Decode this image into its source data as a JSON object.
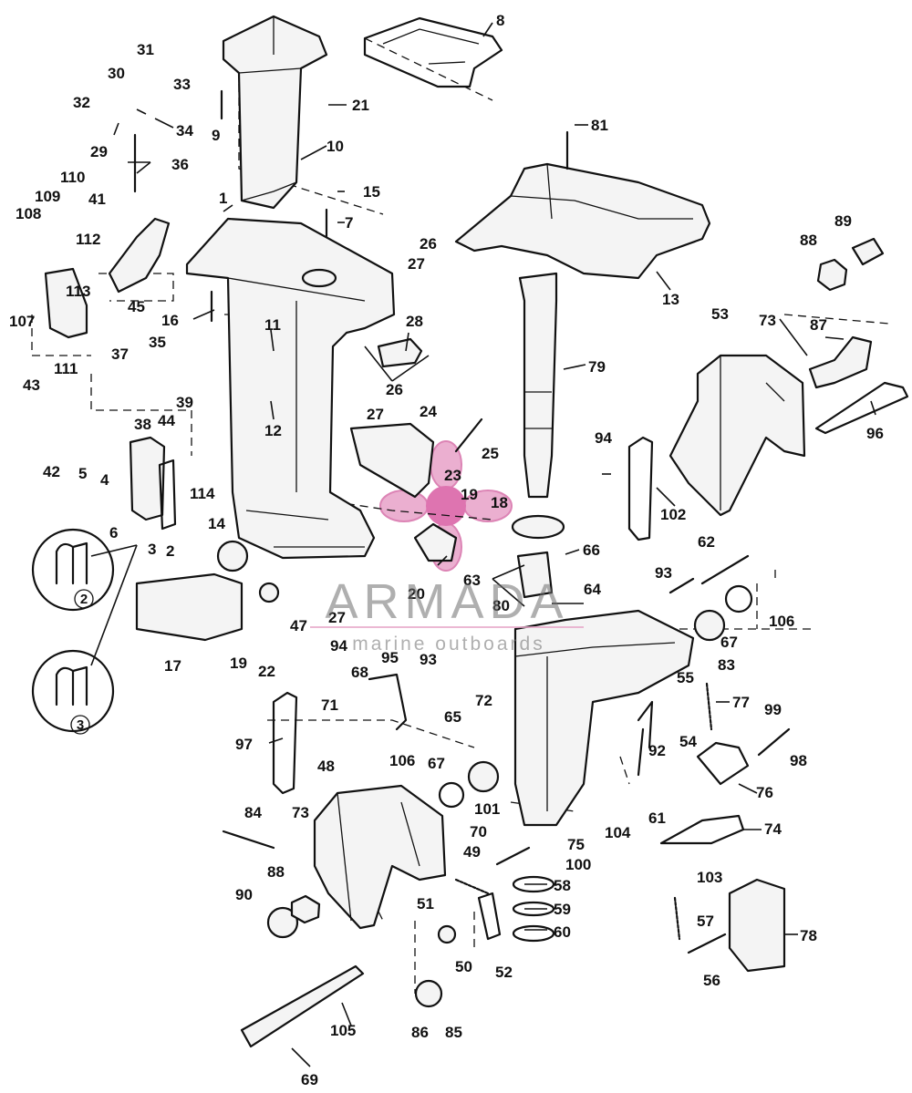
{
  "watermark": {
    "brand": "ARMADA",
    "tagline": "marine outboards",
    "accent_color": "#e37ab4"
  },
  "callouts": [
    {
      "id": "1",
      "label": "1"
    },
    {
      "id": "2",
      "label": "2"
    },
    {
      "id": "3",
      "label": "3"
    },
    {
      "id": "4",
      "label": "4"
    },
    {
      "id": "5",
      "label": "5"
    },
    {
      "id": "6",
      "label": "6"
    },
    {
      "id": "7",
      "label": "7"
    },
    {
      "id": "8",
      "label": "8"
    },
    {
      "id": "9",
      "label": "9"
    },
    {
      "id": "10",
      "label": "10"
    },
    {
      "id": "11",
      "label": "11"
    },
    {
      "id": "12",
      "label": "12"
    },
    {
      "id": "13",
      "label": "13"
    },
    {
      "id": "14",
      "label": "14"
    },
    {
      "id": "15",
      "label": "15"
    },
    {
      "id": "16",
      "label": "16"
    },
    {
      "id": "17",
      "label": "17"
    },
    {
      "id": "18",
      "label": "18"
    },
    {
      "id": "19a",
      "label": "19"
    },
    {
      "id": "19b",
      "label": "19"
    },
    {
      "id": "20",
      "label": "20"
    },
    {
      "id": "21",
      "label": "21"
    },
    {
      "id": "22",
      "label": "22"
    },
    {
      "id": "23",
      "label": "23"
    },
    {
      "id": "24",
      "label": "24"
    },
    {
      "id": "25",
      "label": "25"
    },
    {
      "id": "26a",
      "label": "26"
    },
    {
      "id": "26b",
      "label": "26"
    },
    {
      "id": "27a",
      "label": "27"
    },
    {
      "id": "27b",
      "label": "27"
    },
    {
      "id": "27c",
      "label": "27"
    },
    {
      "id": "28",
      "label": "28"
    },
    {
      "id": "29",
      "label": "29"
    },
    {
      "id": "30",
      "label": "30"
    },
    {
      "id": "31",
      "label": "31"
    },
    {
      "id": "32",
      "label": "32"
    },
    {
      "id": "33",
      "label": "33"
    },
    {
      "id": "34",
      "label": "34"
    },
    {
      "id": "35",
      "label": "35"
    },
    {
      "id": "36",
      "label": "36"
    },
    {
      "id": "37",
      "label": "37"
    },
    {
      "id": "38",
      "label": "38"
    },
    {
      "id": "39",
      "label": "39"
    },
    {
      "id": "41",
      "label": "41"
    },
    {
      "id": "42",
      "label": "42"
    },
    {
      "id": "43",
      "label": "43"
    },
    {
      "id": "44",
      "label": "44"
    },
    {
      "id": "45",
      "label": "45"
    },
    {
      "id": "47",
      "label": "47"
    },
    {
      "id": "48",
      "label": "48"
    },
    {
      "id": "49",
      "label": "49"
    },
    {
      "id": "50",
      "label": "50"
    },
    {
      "id": "51",
      "label": "51"
    },
    {
      "id": "52",
      "label": "52"
    },
    {
      "id": "53",
      "label": "53"
    },
    {
      "id": "54",
      "label": "54"
    },
    {
      "id": "55",
      "label": "55"
    },
    {
      "id": "56",
      "label": "56"
    },
    {
      "id": "57",
      "label": "57"
    },
    {
      "id": "58",
      "label": "58"
    },
    {
      "id": "59",
      "label": "59"
    },
    {
      "id": "60",
      "label": "60"
    },
    {
      "id": "61",
      "label": "61"
    },
    {
      "id": "62",
      "label": "62"
    },
    {
      "id": "63",
      "label": "63"
    },
    {
      "id": "64",
      "label": "64"
    },
    {
      "id": "65",
      "label": "65"
    },
    {
      "id": "66",
      "label": "66"
    },
    {
      "id": "67a",
      "label": "67"
    },
    {
      "id": "67b",
      "label": "67"
    },
    {
      "id": "68",
      "label": "68"
    },
    {
      "id": "69",
      "label": "69"
    },
    {
      "id": "70",
      "label": "70"
    },
    {
      "id": "71",
      "label": "71"
    },
    {
      "id": "72",
      "label": "72"
    },
    {
      "id": "73a",
      "label": "73"
    },
    {
      "id": "73b",
      "label": "73"
    },
    {
      "id": "74",
      "label": "74"
    },
    {
      "id": "75",
      "label": "75"
    },
    {
      "id": "76",
      "label": "76"
    },
    {
      "id": "77",
      "label": "77"
    },
    {
      "id": "78",
      "label": "78"
    },
    {
      "id": "79",
      "label": "79"
    },
    {
      "id": "80",
      "label": "80"
    },
    {
      "id": "81",
      "label": "81"
    },
    {
      "id": "83",
      "label": "83"
    },
    {
      "id": "84",
      "label": "84"
    },
    {
      "id": "85",
      "label": "85"
    },
    {
      "id": "86",
      "label": "86"
    },
    {
      "id": "87",
      "label": "87"
    },
    {
      "id": "88a",
      "label": "88"
    },
    {
      "id": "88b",
      "label": "88"
    },
    {
      "id": "89",
      "label": "89"
    },
    {
      "id": "90",
      "label": "90"
    },
    {
      "id": "92",
      "label": "92"
    },
    {
      "id": "93a",
      "label": "93"
    },
    {
      "id": "93b",
      "label": "93"
    },
    {
      "id": "94a",
      "label": "94"
    },
    {
      "id": "94b",
      "label": "94"
    },
    {
      "id": "95",
      "label": "95"
    },
    {
      "id": "96",
      "label": "96"
    },
    {
      "id": "97",
      "label": "97"
    },
    {
      "id": "98",
      "label": "98"
    },
    {
      "id": "99",
      "label": "99"
    },
    {
      "id": "100",
      "label": "100"
    },
    {
      "id": "101",
      "label": "101"
    },
    {
      "id": "102",
      "label": "102"
    },
    {
      "id": "103",
      "label": "103"
    },
    {
      "id": "104",
      "label": "104"
    },
    {
      "id": "105",
      "label": "105"
    },
    {
      "id": "106a",
      "label": "106"
    },
    {
      "id": "106b",
      "label": "106"
    },
    {
      "id": "107",
      "label": "107"
    },
    {
      "id": "108",
      "label": "108"
    },
    {
      "id": "109",
      "label": "109"
    },
    {
      "id": "110",
      "label": "110"
    },
    {
      "id": "111",
      "label": "111"
    },
    {
      "id": "112",
      "label": "112"
    },
    {
      "id": "113",
      "label": "113"
    },
    {
      "id": "114",
      "label": "114"
    }
  ],
  "detail_views": [
    {
      "id": "detail-2",
      "label": "2"
    },
    {
      "id": "detail-3",
      "label": "3"
    }
  ]
}
